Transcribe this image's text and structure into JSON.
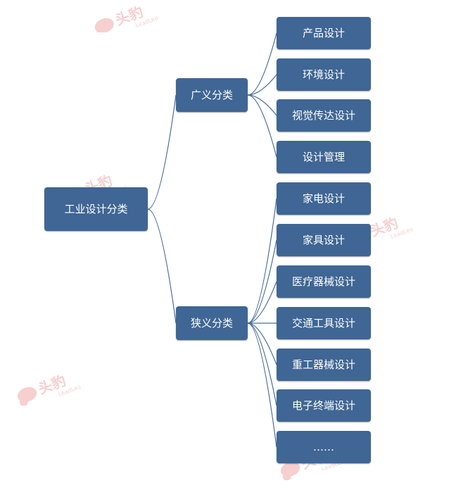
{
  "diagram": {
    "type": "horizontal-tree",
    "root": {
      "label": "工业设计分类"
    },
    "branches": [
      {
        "label": "广义分类",
        "children": [
          "产品设计",
          "环境设计",
          "视觉传达设计",
          "设计管理"
        ]
      },
      {
        "label": "狭义分类",
        "children": [
          "家电设计",
          "家具设计",
          "医疗器械设计",
          "交通工具设计",
          "重工器械设计",
          "电子终端设计",
          "……"
        ]
      }
    ]
  },
  "watermark": {
    "brand": "头豹",
    "brand_latin": "LeadLeo",
    "color": "#f2b0b0"
  },
  "colors": {
    "node_fill": "#3f6694",
    "node_text": "#ffffff",
    "connector": "#4a6e9b"
  }
}
